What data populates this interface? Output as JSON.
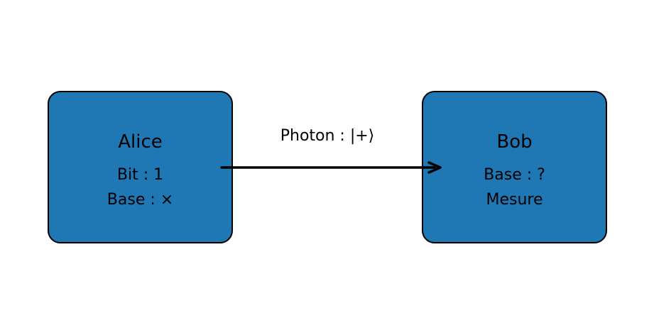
{
  "colors": {
    "node_fill": "#1f77b4",
    "node_border": "#000000",
    "text": "#000000",
    "arrow": "#000000",
    "background": "#ffffff"
  },
  "alice": {
    "title": "Alice",
    "line1": "Bit : 1",
    "line2": "Base : ×"
  },
  "bob": {
    "title": "Bob",
    "line1": "Base : ?",
    "line2": "Mesure"
  },
  "edge": {
    "label": "Photon : |+⟩",
    "from": "Alice",
    "to": "Bob"
  }
}
